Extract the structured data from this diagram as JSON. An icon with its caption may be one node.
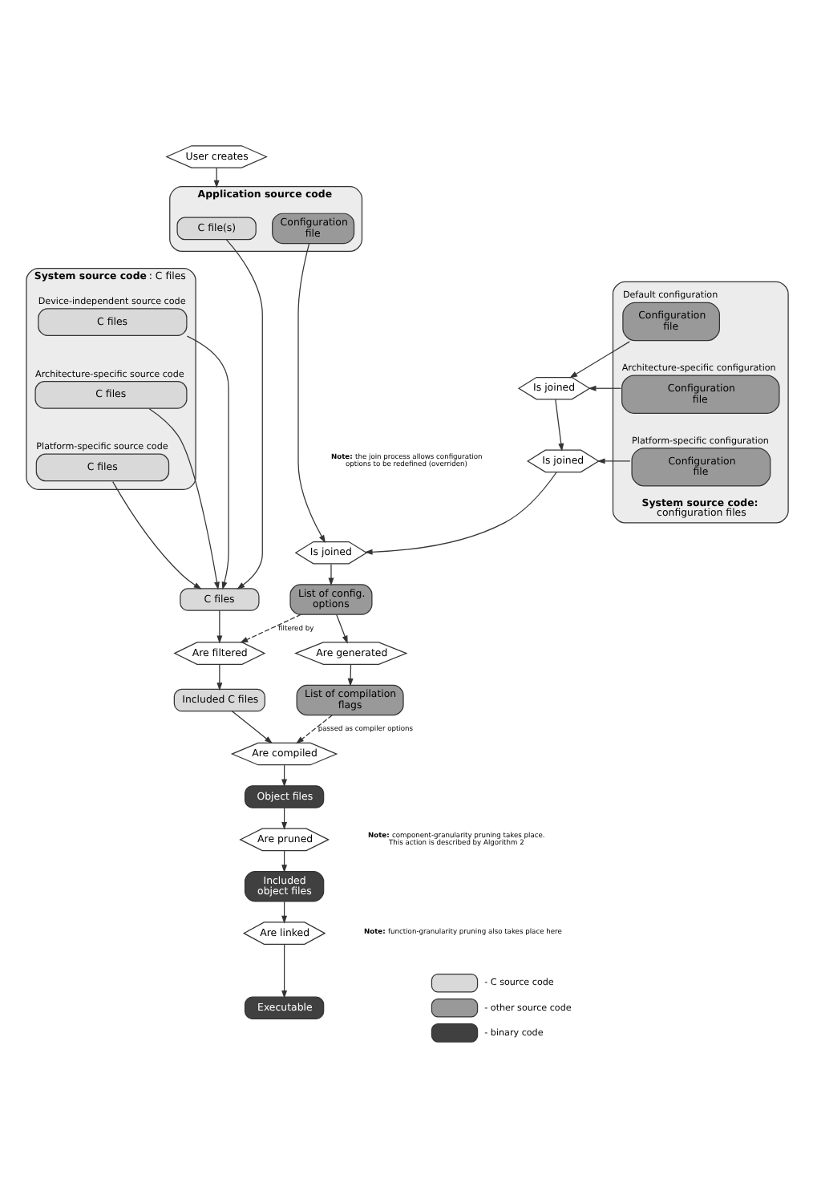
{
  "diagram": {
    "nodes": [
      {
        "text": [
          "User creates"
        ]
      },
      {
        "text": [
          "Application source code"
        ]
      },
      {
        "text": [
          "C file(s)"
        ],
        "in": 1
      },
      {
        "text": [
          "Configuration file"
        ],
        "in": 1
      },
      {
        "text": [
          "**System source code**: C files"
        ]
      },
      {
        "text": [
          "Device-independent source code",
          "C files"
        ],
        "in": 4
      },
      {
        "text": [
          "Architecture-specific source code",
          "C files"
        ],
        "in": 4
      },
      {
        "text": [
          "Platform-specific source code",
          "C files"
        ],
        "in": 4
      },
      {
        "text": [
          "**System source code:** configuration files"
        ]
      },
      {
        "text": [
          "Default configuration",
          "Configuration file"
        ],
        "in": 8
      },
      {
        "text": [
          "Is joined"
        ]
      },
      {
        "text": [
          "Architecture-specific configuration",
          "Configuration file"
        ],
        "in": 8
      },
      {
        "text": [
          "Is joined"
        ]
      },
      {
        "text": [
          "Platform-specific configuration",
          "Configuration file"
        ],
        "in": 8
      },
      {
        "text": [
          "Is joined"
        ]
      },
      {
        "text": [
          "C files"
        ]
      },
      {
        "text": [
          "List of config. options"
        ]
      },
      {
        "text": [
          "Are filtered"
        ]
      },
      {
        "text": [
          "Are generated"
        ]
      },
      {
        "text": [
          "Included C files"
        ]
      },
      {
        "text": [
          "List of compilation flags"
        ]
      },
      {
        "text": [
          "Are compiled"
        ]
      },
      {
        "text": [
          "Object files"
        ]
      },
      {
        "text": [
          "Are pruned"
        ]
      },
      {
        "text": [
          "Included object files"
        ]
      },
      {
        "text": [
          "Are linked"
        ]
      },
      {
        "text": [
          "Executable"
        ]
      }
    ],
    "edges": [
      {
        "from": 0,
        "to": 1,
        "arrow": "to"
      },
      {
        "from": 2,
        "to": 15,
        "arrow": "to"
      },
      {
        "from": 3,
        "to": 14,
        "arrow": "to"
      },
      {
        "from": 5,
        "to": 15,
        "arrow": "to"
      },
      {
        "from": 6,
        "to": 15,
        "arrow": "to"
      },
      {
        "from": 7,
        "to": 15,
        "arrow": "to"
      },
      {
        "from": 9,
        "to": 10,
        "arrow": "to"
      },
      {
        "from": 11,
        "to": 10,
        "arrow": "to"
      },
      {
        "from": 10,
        "to": 12,
        "arrow": "to"
      },
      {
        "from": 13,
        "to": 12,
        "arrow": "to"
      },
      {
        "from": 12,
        "to": 14,
        "arrow": "to"
      },
      {
        "from": 14,
        "to": 16,
        "arrow": "to"
      },
      {
        "from": 15,
        "to": 17,
        "arrow": "to"
      },
      {
        "from": 16,
        "to": 18,
        "arrow": "to"
      },
      {
        "from": 16,
        "to": 17,
        "arrow": "to",
        "label": "filtered by",
        "style": "dashed"
      },
      {
        "from": 17,
        "to": 19,
        "arrow": "to"
      },
      {
        "from": 18,
        "to": 20,
        "arrow": "to"
      },
      {
        "from": 20,
        "to": 21,
        "arrow": "to",
        "label": "passed as compiler options",
        "style": "dashed"
      },
      {
        "from": 19,
        "to": 21,
        "arrow": "to"
      },
      {
        "from": 21,
        "to": 22,
        "arrow": "to"
      },
      {
        "from": 22,
        "to": 23,
        "arrow": "to"
      },
      {
        "from": 23,
        "to": 24,
        "arrow": "to"
      },
      {
        "from": 24,
        "to": 25,
        "arrow": "to"
      },
      {
        "from": 25,
        "to": 26,
        "arrow": "to"
      }
    ],
    "labels": [
      "**Note:** the join process allows configuration options to be redefined (overriden)",
      "**Note:** component-granularity pruning takes place. This action is described by Algorithm 2",
      "**Note:** function-granularity pruning also takes place here"
    ],
    "legend": [
      {
        "text": "- C source code",
        "color": "#d9d9d9"
      },
      {
        "text": "- other source code",
        "color": "#999999"
      },
      {
        "text": "- binary code",
        "color": "#404040"
      }
    ]
  }
}
